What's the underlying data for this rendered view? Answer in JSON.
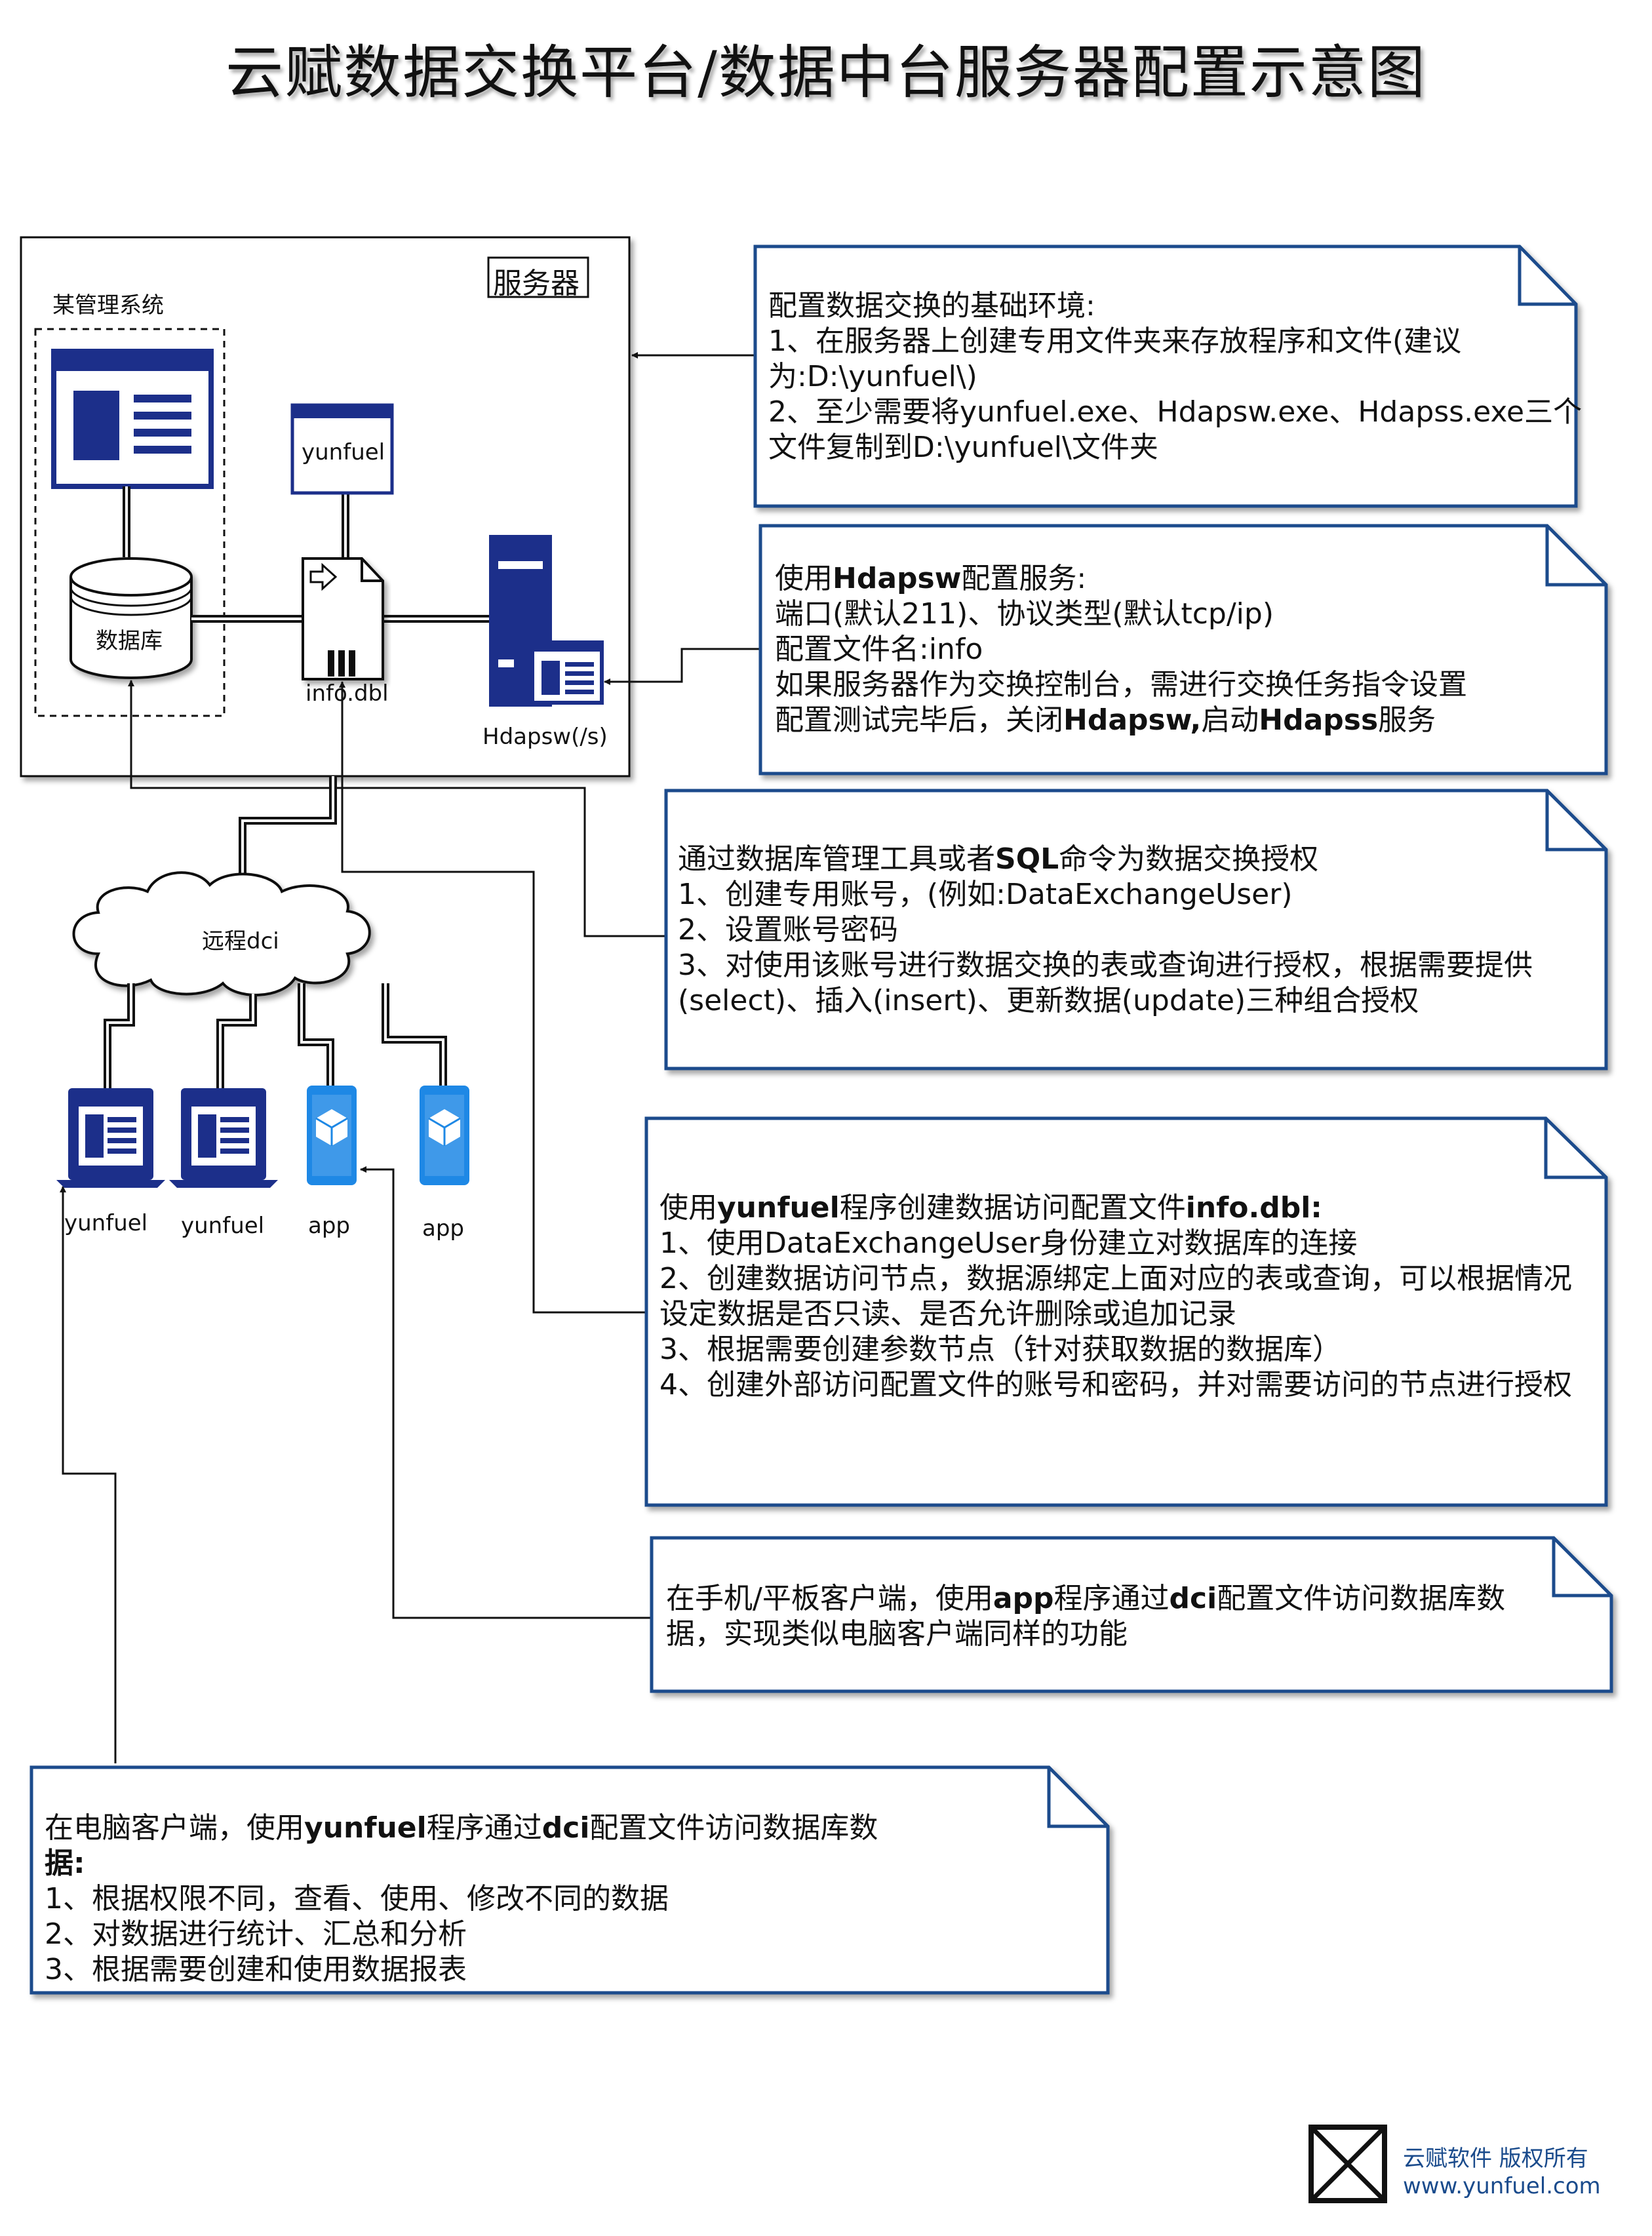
{
  "title": "云赋数据交换平台/数据中台服务器配置示意图",
  "server": {
    "label": "服务器",
    "mgmt_system": "某管理系统",
    "database": "数据库",
    "yunfuel_box": "yunfuel",
    "info_file": "info.dbl",
    "hdapsw": "Hdapsw(/s)"
  },
  "cloud_label": "远程dci",
  "clients": [
    {
      "label": "yunfuel"
    },
    {
      "label": "yunfuel"
    },
    {
      "label": "app"
    },
    {
      "label": "app"
    }
  ],
  "notes": {
    "env": {
      "title": "配置数据交换的基础环境:",
      "l1": "1、在服务器上创建专用文件夹来存放程序和文件(建议",
      "l2": "为:D:\\yunfuel\\)",
      "l3": "2、至少需要将yunfuel.exe、Hdapsw.exe、Hdapss.exe三个",
      "l4": "文件复制到D:\\yunfuel\\文件夹"
    },
    "hdapsw": {
      "t_pre": "使用",
      "t_bold": "Hdapsw",
      "t_post": "配置服务:",
      "l1": "端口(默认211)、协议类型(默认tcp/ip)",
      "l2": "配置文件名:info",
      "l3": "如果服务器作为交换控制台，需进行交换任务指令设置",
      "l4_pre": "配置测试完毕后，关闭",
      "l4_b1": "Hdapsw,",
      "l4_mid": "启动",
      "l4_b2": "Hdapss",
      "l4_post": "服务"
    },
    "sql": {
      "t_pre": "通过数据库管理工具或者",
      "t_bold": "SQL",
      "t_post": "命令为数据交换授权",
      "l1": "1、创建专用账号，(例如:DataExchangeUser)",
      "l2": "2、设置账号密码",
      "l3": "3、对使用该账号进行数据交换的表或查询进行授权，根据需要提供",
      "l4": "(select)、插入(insert)、更新数据(update)三种组合授权"
    },
    "info": {
      "t_pre": "使用",
      "t_bold1": "yunfuel",
      "t_mid": "程序创建数据访问配置文件",
      "t_bold2": "info.dbl:",
      "l1": "1、使用DataExchangeUser身份建立对数据库的连接",
      "l2": "2、创建数据访问节点，数据源绑定上面对应的表或查询，可以根据情况",
      "l3": "设定数据是否只读、是否允许删除或追加记录",
      "l4": "3、根据需要创建参数节点（针对获取数据的数据库）",
      "l5": "4、创建外部访问配置文件的账号和密码，并对需要访问的节点进行授权"
    },
    "app": {
      "t_pre": "在手机/平板客户端，使用",
      "t_bold1": "app",
      "t_mid": "程序通过",
      "t_bold2": "dci",
      "t_post": "配置文件访问数据库数",
      "l1": "据，实现类似电脑客户端同样的功能"
    },
    "pc": {
      "t_pre": "在电脑客户端，使用",
      "t_bold1": "yunfuel",
      "t_mid": "程序通过",
      "t_bold2": "dci",
      "t_post": "配置文件访问数据库数",
      "l1": "据:",
      "l2": "1、根据权限不同，查看、使用、修改不同的数据",
      "l3": "2、对数据进行统计、汇总和分析",
      "l4": "3、根据需要创建和使用数据报表"
    }
  },
  "footer": {
    "copyright": "云赋软件 版权所有",
    "url": "www.yunfuel.com"
  },
  "colors": {
    "brand_blue": "#1c2f8a",
    "note_border": "#1a4b8c",
    "app_blue": "#1e88e5"
  }
}
